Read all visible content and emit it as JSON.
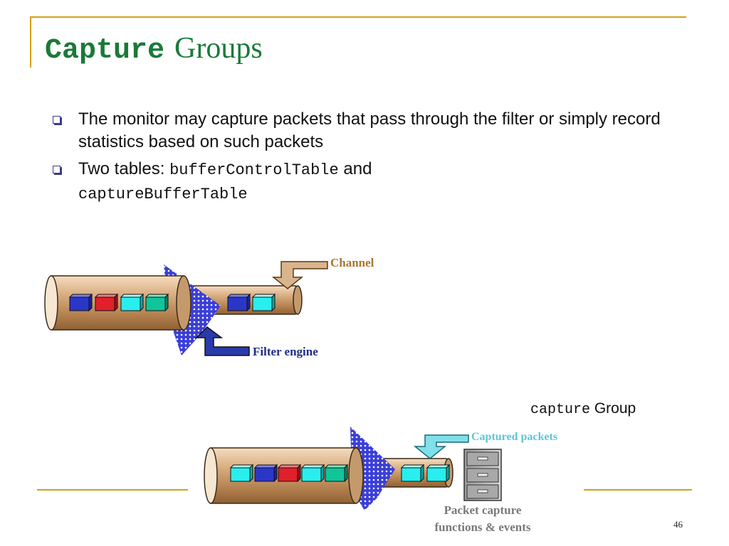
{
  "title": {
    "code": "Capture",
    "rest": "Groups"
  },
  "bullets": [
    {
      "text": "The monitor may capture packets that pass through the filter or simply record statistics based on such packets"
    },
    {
      "prefix": "Two tables: ",
      "code1": "bufferControlTable",
      "middle": " and",
      "code2": "captureBufferTable"
    }
  ],
  "diagram1": {
    "channel_label": "Channel",
    "filter_label": "Filter engine"
  },
  "caption": {
    "code": "capture",
    "text": " Group"
  },
  "diagram2": {
    "captured_label": "Captured packets",
    "pcap_label_line1": "Packet capture",
    "pcap_label_line2": "functions & events"
  },
  "page_number": "46",
  "colors": {
    "accent_gold": "#d4a017",
    "title_green": "#1a7a38",
    "pipe_tan": "#c49a6c",
    "packet_blue": "#2b36c9",
    "packet_red": "#e0202a",
    "packet_cyan": "#29eeee",
    "packet_teal": "#11c59a",
    "filter_mesh": "#3b3fd8"
  }
}
